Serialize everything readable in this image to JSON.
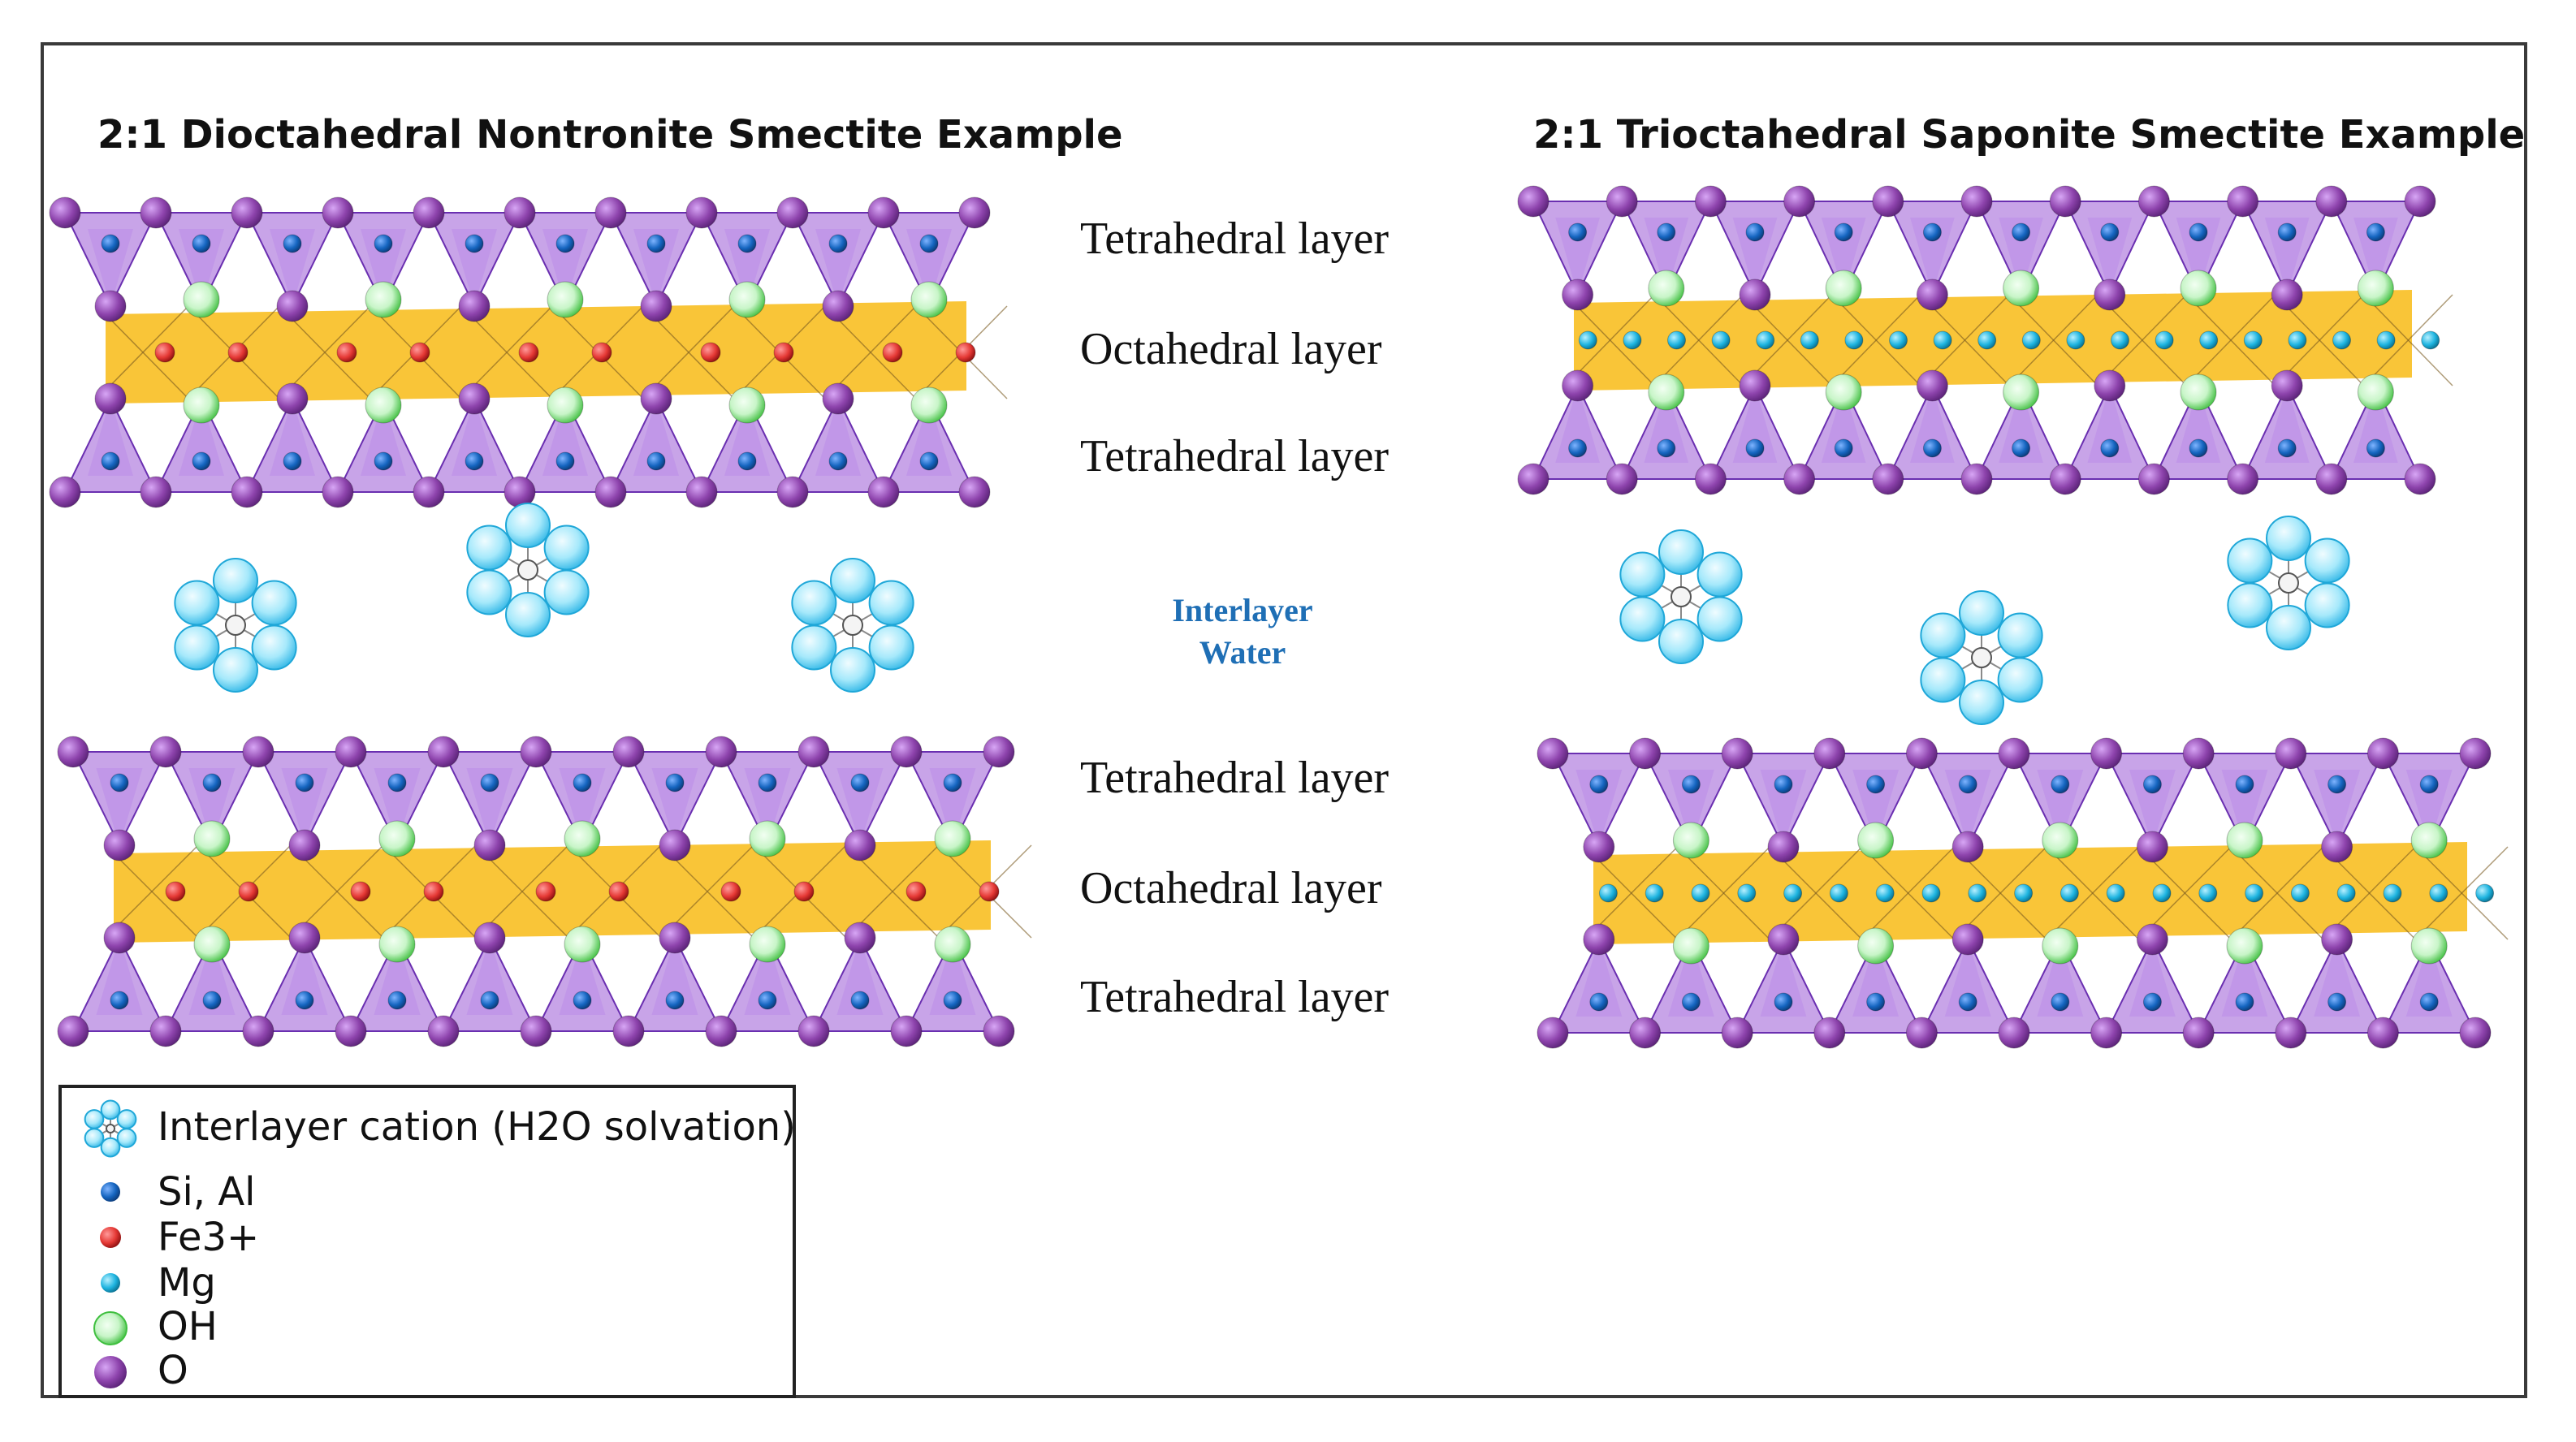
{
  "titles": {
    "left": "2:1 Dioctahedral Nontronite Smectite Example",
    "right": "2:1 Trioctahedral Saponite Smectite Example"
  },
  "layer_labels": [
    "Tetrahedral layer",
    "Octahedral layer",
    "Tetrahedral layer",
    "Tetrahedral layer",
    "Octahedral layer",
    "Tetrahedral layer"
  ],
  "interlayer": {
    "line1": "Interlayer",
    "line2": "Water"
  },
  "legend": [
    {
      "label": "Interlayer cation (H2O solvation)",
      "icon": "water-cluster-icon"
    },
    {
      "label": "Si, Al",
      "icon": "si-al-atom-icon",
      "color": "#1565c0"
    },
    {
      "label": "Fe3+",
      "icon": "fe3-atom-icon",
      "color": "#e53935"
    },
    {
      "label": "Mg",
      "icon": "mg-atom-icon",
      "color": "#1eb4e0"
    },
    {
      "label": "OH",
      "icon": "oh-atom-icon",
      "color": "#5cd65c"
    },
    {
      "label": "O",
      "icon": "o-atom-icon",
      "color": "#8e44ad"
    }
  ],
  "colors": {
    "tetrahedra": "#9b59d6",
    "octahedral_band": "#f7b500",
    "water": "#5bd3f5",
    "frame": "#3a3a3a"
  }
}
